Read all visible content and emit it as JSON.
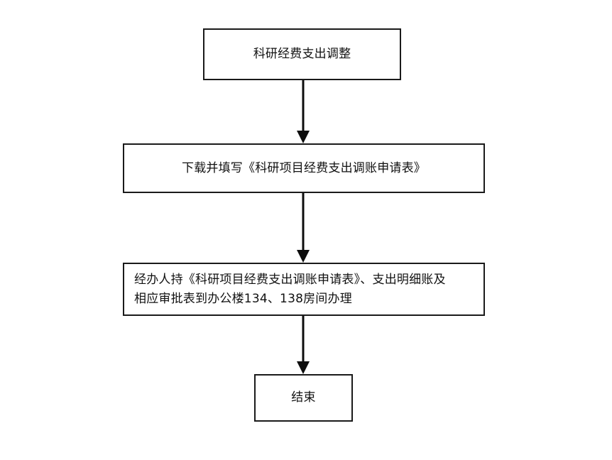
{
  "diagram": {
    "title": "科研经费支出调整",
    "background_color": "#ffffff",
    "line_color": "#0d0d0d",
    "box_border_color": "#1a1a1a",
    "text_color": "#111111",
    "nodes": [
      {
        "id": "start",
        "label": "科研经费支出调整",
        "shape": "rectangle",
        "align": "center"
      },
      {
        "id": "download",
        "label": "下载并填写《科研项目经费支出调账申请表》",
        "shape": "rectangle",
        "align": "center"
      },
      {
        "id": "submit",
        "label": "经办人持《科研项目经费支出调账申请表》、支出明细账及\n相应审批表到办公楼134、138房间办理",
        "shape": "rectangle",
        "align": "left"
      },
      {
        "id": "end",
        "label": "结束",
        "shape": "rectangle",
        "align": "center"
      }
    ],
    "edges": [
      {
        "id": "edge-start-download",
        "from": "start",
        "to": "download",
        "label": "",
        "arrow": "down-arrow"
      },
      {
        "id": "edge-download-submit",
        "from": "download",
        "to": "submit",
        "label": "",
        "arrow": "down-arrow"
      },
      {
        "id": "edge-submit-end",
        "from": "submit",
        "to": "end",
        "label": "",
        "arrow": "down-arrow"
      }
    ]
  }
}
